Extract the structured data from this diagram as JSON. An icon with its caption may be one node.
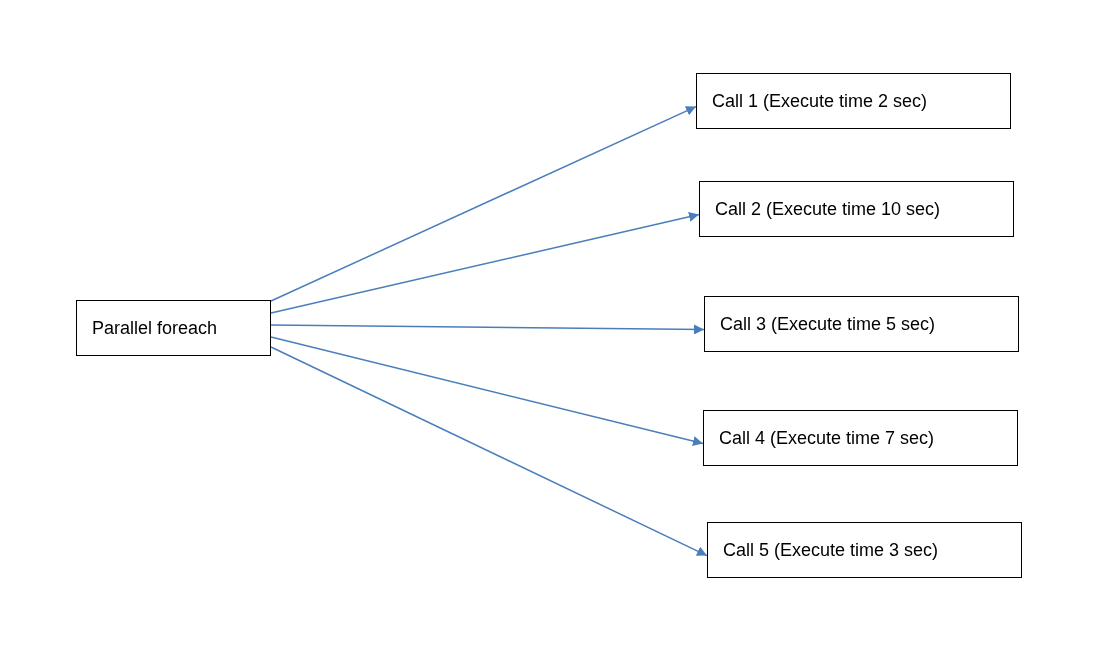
{
  "diagram": {
    "nodes": [
      {
        "text": [
          "Parallel foreach"
        ]
      },
      {
        "text": [
          "Call 1 (Execute time 2 sec)"
        ]
      },
      {
        "text": [
          "Call 2 (Execute time 10 sec)"
        ]
      },
      {
        "text": [
          "Call 3 (Execute time 5 sec)"
        ]
      },
      {
        "text": [
          "Call 4 (Execute time 7 sec)"
        ]
      },
      {
        "text": [
          "Call 5 (Execute time 3 sec)"
        ]
      }
    ],
    "edges": [
      {
        "from": 0,
        "to": 1,
        "arrow": "to"
      },
      {
        "from": 0,
        "to": 2,
        "arrow": "to"
      },
      {
        "from": 0,
        "to": 3,
        "arrow": "to"
      },
      {
        "from": 0,
        "to": 4,
        "arrow": "to"
      },
      {
        "from": 0,
        "to": 5,
        "arrow": "to"
      }
    ]
  }
}
